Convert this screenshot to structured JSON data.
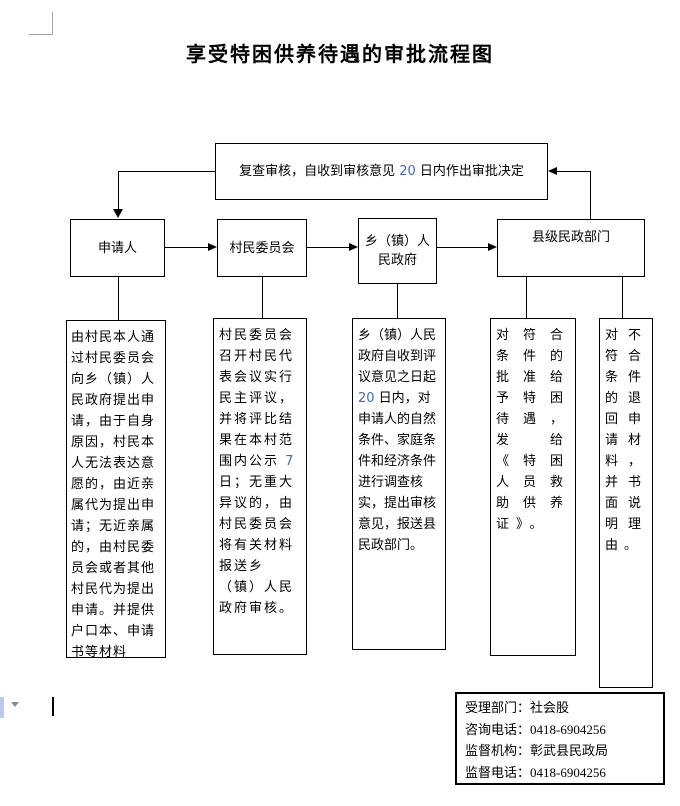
{
  "title": "享受特困供养待遇的审批流程图",
  "review_box": {
    "pre": "复查审核，自收到审核意见 ",
    "num": "20",
    "post": " 日内作出审批决定"
  },
  "actors": {
    "applicant": "申请人",
    "village_committee": "村民委员会",
    "township_gov": "乡（镇）人民政府",
    "county_civil": "县级民政部门"
  },
  "details": {
    "applicant": "由村民本人通过村民委员会向乡（镇）人民政府提出申请，由于自身原因，村民本人无法表达意愿的，由近亲属代为提出申请；无近亲属的，由村民委员会或者其他村民代为提出申请。并提供户口本、申请书等材料",
    "village_pre": "村民委员会召开村民代表会议实行民主评议，并将评比结果在本村范围内公示 ",
    "village_num": "7",
    "village_post": " 日；无重大异议的，由村民委员会将有关材料报送乡（镇）人民政府审核。",
    "township_pre": "乡（镇）人民政府自收到评议意见之日起",
    "township_num": "20",
    "township_post": " 日内，对申请人的自然条件、家庭条件和经济条件进行调查核实，提出审核意见，报送县民政部门。",
    "approve": "对符合条件的批准给予特困待遇，发给《特困人员救助供养证》。",
    "reject": "对不符合条件的退回申请材料，并书面说明理由。"
  },
  "footer": {
    "rows": [
      {
        "label": "受理部门：",
        "value": "社会股"
      },
      {
        "label": "咨询电话：",
        "value": "0418-6904256"
      },
      {
        "label": "监督机构：",
        "value": "彰武县民政局"
      },
      {
        "label": "监督电话：",
        "value": "0418-6904256"
      }
    ]
  },
  "colors": {
    "number_blue": "#4169b8",
    "crop_mark_gray": "#a6a6a6"
  }
}
